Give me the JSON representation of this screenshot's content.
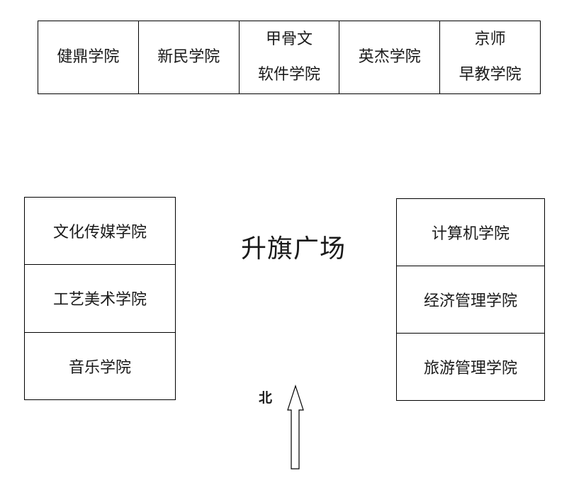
{
  "top_row": [
    {
      "lines": [
        "健鼎学院"
      ]
    },
    {
      "lines": [
        "新民学院"
      ]
    },
    {
      "lines": [
        "甲骨文",
        "软件学院"
      ]
    },
    {
      "lines": [
        "英杰学院"
      ]
    },
    {
      "lines": [
        "京师",
        "早教学院"
      ]
    }
  ],
  "left_block": [
    "文化传媒学院",
    "工艺美术学院",
    "音乐学院"
  ],
  "right_block": [
    "计算机学院",
    "经济管理学院",
    "旅游管理学院"
  ],
  "center_label": "升旗广场",
  "north_label": "北"
}
